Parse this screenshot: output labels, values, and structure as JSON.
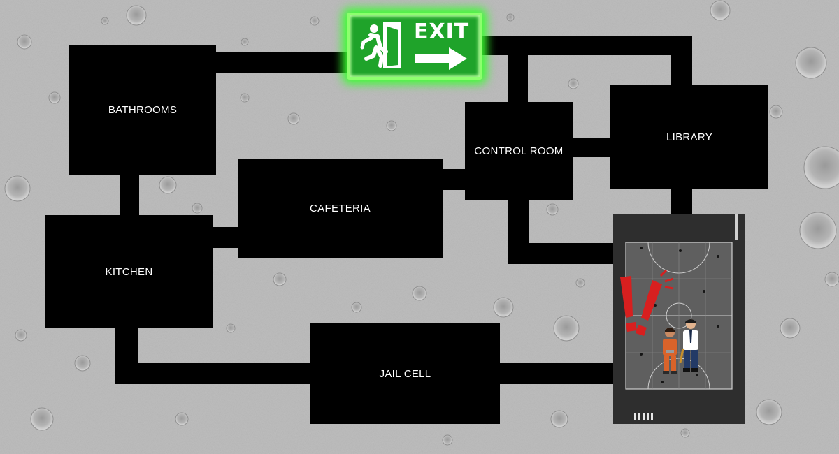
{
  "map": {
    "exit_label": "EXIT",
    "rooms": {
      "bathrooms": "BATHROOMS",
      "kitchen": "KITCHEN",
      "cafeteria": "CAFETERIA",
      "control_room": "CONTROL ROOM",
      "library": "LIBRARY",
      "jail_cell": "JAIL CELL"
    },
    "icons": {
      "exit": "running-man-exit-icon",
      "arrow": "arrow-right-icon",
      "alert": "exclamation-alert-icon",
      "prisoner": "prisoner-icon",
      "guard": "guard-icon"
    },
    "colors": {
      "room": "#000000",
      "exit_green": "#1fa32a",
      "exit_glow": "#39ff2e",
      "alert_red": "#d81f1f",
      "prisoner_orange": "#d9632a"
    }
  }
}
